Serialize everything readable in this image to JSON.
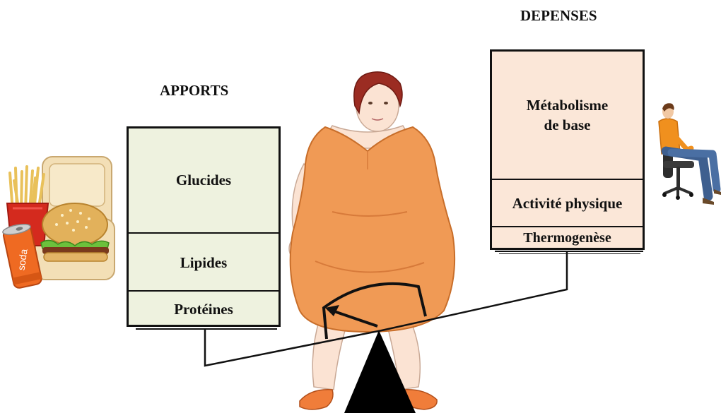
{
  "apports": {
    "title": "APPORTS",
    "items": [
      "Glucides",
      "Lipides",
      "Protéines"
    ],
    "fill": "#eef2df"
  },
  "depenses": {
    "title": "DEPENSES",
    "items": [
      "Métabolisme de base",
      "Activité physique",
      "Thermogenèse"
    ],
    "fill": "#fbe7d8"
  },
  "illustration": {
    "soda_label": "soda",
    "dress_color": "#f09a55",
    "skin_color": "#fbe3d3",
    "hair_color": "#9b2c22",
    "balance_color": "#000000"
  }
}
